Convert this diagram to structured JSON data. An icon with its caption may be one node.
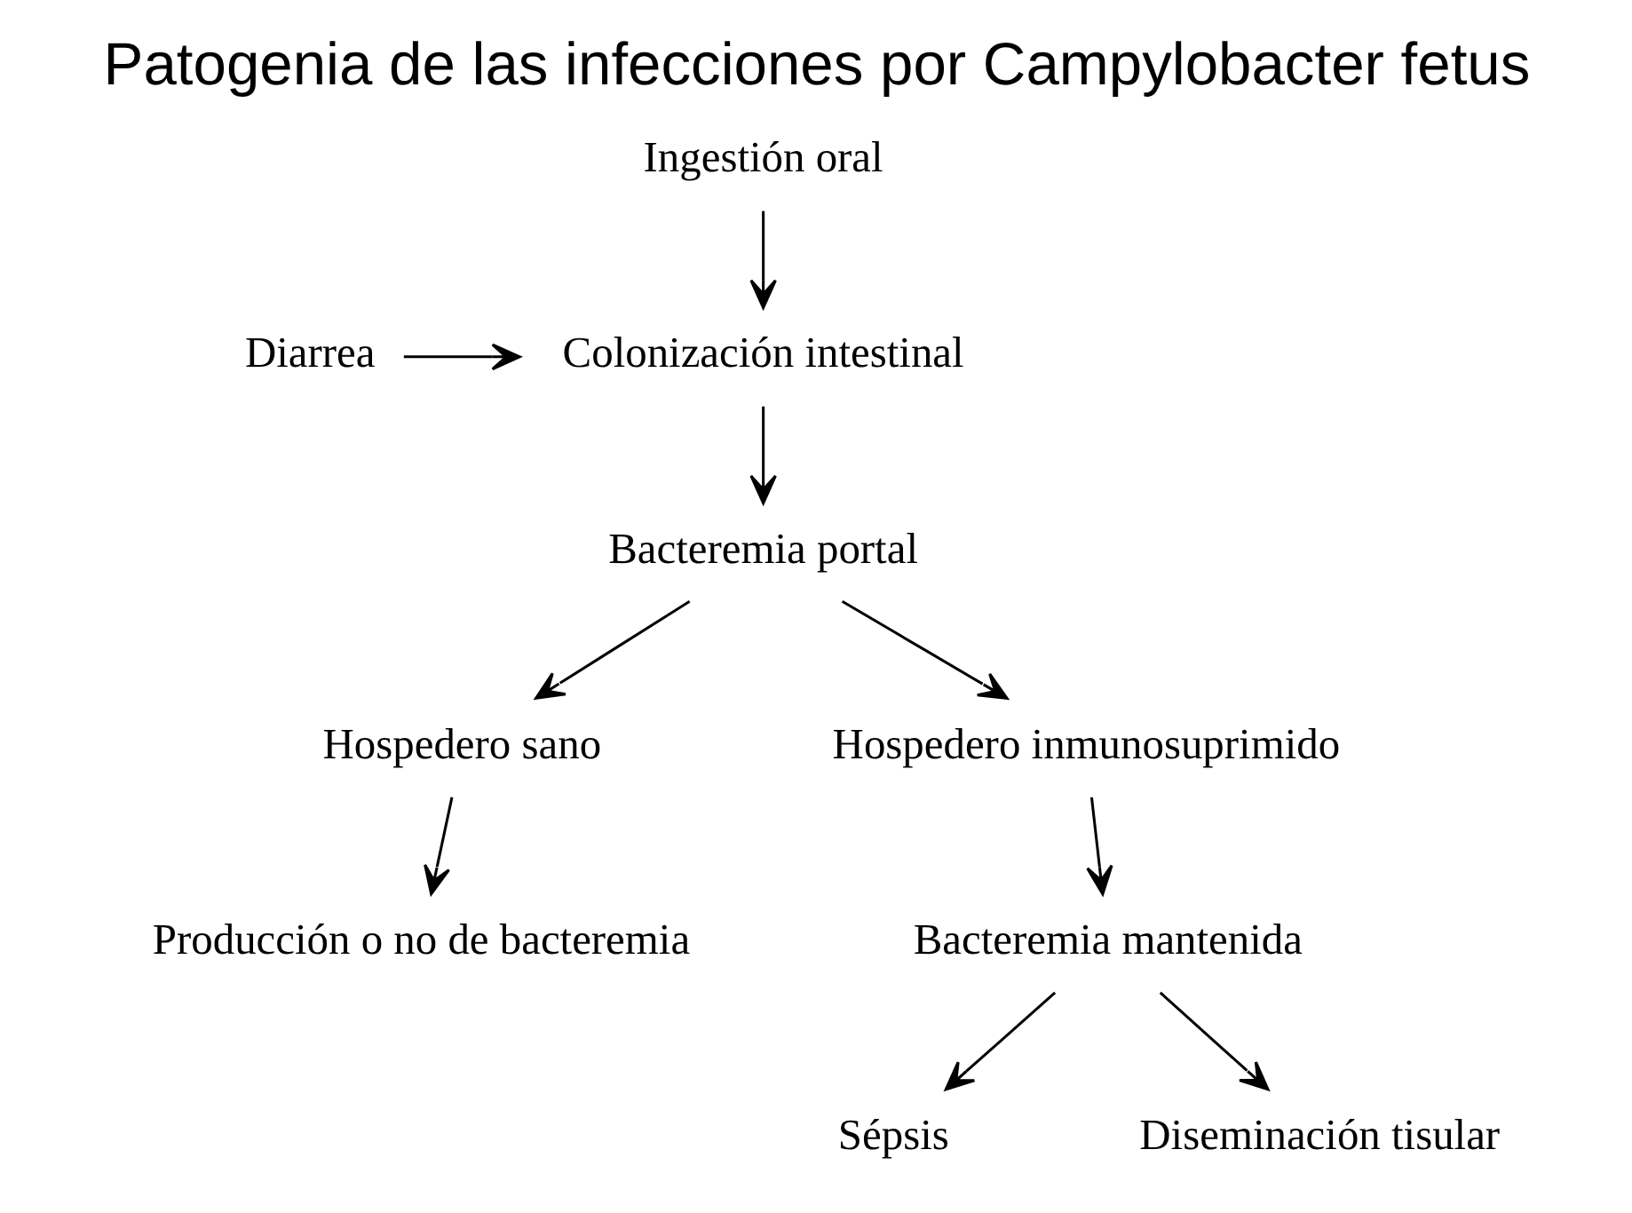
{
  "diagram": {
    "title": "Patogenia de las infecciones por Campylobacter fetus",
    "nodes": [
      {
        "text": [
          "Ingestión oral"
        ]
      },
      {
        "text": [
          "Colonización intestinal"
        ]
      },
      {
        "text": [
          "Diarrea"
        ]
      },
      {
        "text": [
          "Bacteremia portal"
        ]
      },
      {
        "text": [
          "Hospedero sano"
        ]
      },
      {
        "text": [
          "Producción o no de bacteremia"
        ]
      },
      {
        "text": [
          "Hospedero inmunosuprimido"
        ]
      },
      {
        "text": [
          "Bacteremia mantenida"
        ]
      },
      {
        "text": [
          "Sépsis"
        ]
      },
      {
        "text": [
          "Diseminación tisular"
        ]
      }
    ],
    "edges": [
      {
        "from": 0,
        "to": 1,
        "arrow": "to"
      },
      {
        "from": 2,
        "to": 1,
        "arrow": "to"
      },
      {
        "from": 1,
        "to": 3,
        "arrow": "to"
      },
      {
        "from": 3,
        "to": 4,
        "arrow": "to"
      },
      {
        "from": 3,
        "to": 6,
        "arrow": "to"
      },
      {
        "from": 4,
        "to": 5,
        "arrow": "to"
      },
      {
        "from": 6,
        "to": 7,
        "arrow": "to"
      },
      {
        "from": 7,
        "to": 8,
        "arrow": "to"
      },
      {
        "from": 7,
        "to": 9,
        "arrow": "to"
      }
    ]
  }
}
